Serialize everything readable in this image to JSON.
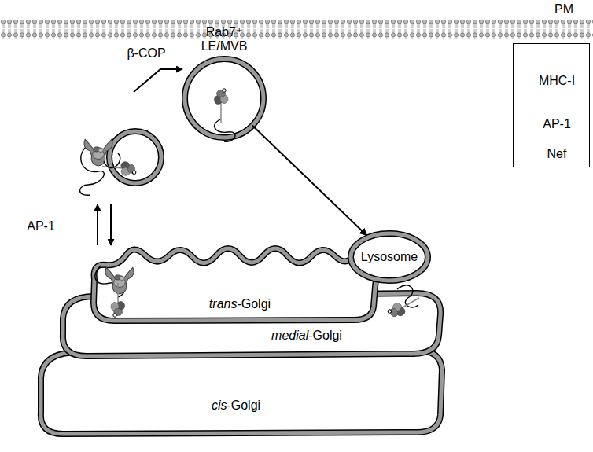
{
  "diagram": {
    "nodes": [
      {
        "text": [
          "Rab7⁺ LE/MVB"
        ]
      },
      {
        "text": [
          "Lysosome"
        ]
      },
      {
        "text": [
          "trans-Golgi"
        ]
      },
      {
        "text": [
          "medial-Golgi"
        ]
      },
      {
        "text": [
          "cis-Golgi"
        ]
      }
    ],
    "edges": [
      {
        "from": 0,
        "to": 1,
        "arrow": "to"
      }
    ],
    "labels": [
      "PM",
      "β-COP",
      "AP-1"
    ],
    "legend": [
      {
        "text": "MHC-I"
      },
      {
        "text": "AP-1"
      },
      {
        "text": "Nef"
      }
    ]
  }
}
